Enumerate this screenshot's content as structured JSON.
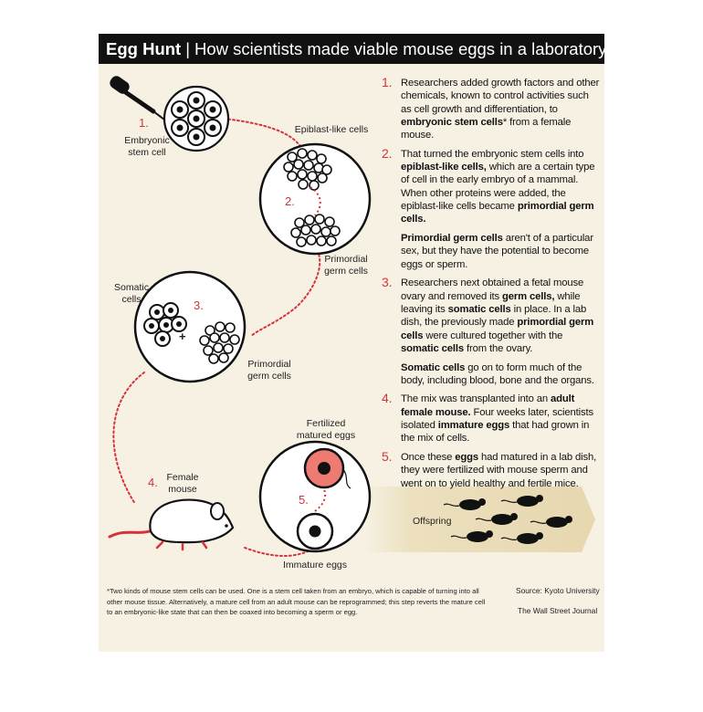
{
  "title": {
    "bold": "Egg Hunt",
    "separator": "|",
    "rest": "How scientists made viable mouse eggs in a laboratory dish"
  },
  "diagram_labels": {
    "embryonic_stem_cell": "Embryonic stem cell",
    "epiblast_like_cells": "Epiblast-like cells",
    "primordial_germ_cells_1": "Primordial germ cells",
    "somatic_cells": "Somatic cells",
    "primordial_germ_cells_2": "Primordial germ cells",
    "female_mouse": "Female mouse",
    "fertilized_matured_eggs": "Fertilized matured eggs",
    "immature_eggs": "Immature eggs",
    "offspring": "Offspring",
    "plus": "+"
  },
  "diagram_numbers": [
    "1.",
    "2.",
    "3.",
    "4.",
    "5."
  ],
  "steps": [
    {
      "num": "1.",
      "parts": [
        {
          "t": "Researchers added growth factors and other chemicals, known to control activities such as cell growth and differentiation, to "
        },
        {
          "t": "embryonic stem cells",
          "b": true
        },
        {
          "t": "* from a female mouse."
        }
      ]
    },
    {
      "num": "2.",
      "parts": [
        {
          "t": "That turned the embryonic stem cells into "
        },
        {
          "t": "epiblast-like cells,",
          "b": true
        },
        {
          "t": " which are a certain type of cell in the early embryo of a mammal. When other proteins were added, the epiblast-like cells became "
        },
        {
          "t": "primordial germ cells.",
          "b": true
        }
      ]
    },
    {
      "num": "",
      "parts": [
        {
          "t": "Primordial germ cells",
          "b": true
        },
        {
          "t": " aren't of a particular sex, but they have the potential to become eggs or sperm."
        }
      ]
    },
    {
      "num": "3.",
      "parts": [
        {
          "t": "Researchers next obtained a fetal mouse ovary and removed its "
        },
        {
          "t": "germ cells,",
          "b": true
        },
        {
          "t": " while leaving its "
        },
        {
          "t": "somatic cells",
          "b": true
        },
        {
          "t": " in place. In a lab dish, the previously made "
        },
        {
          "t": "primordial germ cells",
          "b": true
        },
        {
          "t": " were cultured together with the "
        },
        {
          "t": "somatic cells",
          "b": true
        },
        {
          "t": " from the ovary."
        }
      ]
    },
    {
      "num": "",
      "parts": [
        {
          "t": "Somatic cells",
          "b": true
        },
        {
          "t": " go on to form much of the body, including blood, bone and the organs."
        }
      ]
    },
    {
      "num": "4.",
      "parts": [
        {
          "t": "The mix was transplanted into an "
        },
        {
          "t": "adult female mouse.",
          "b": true
        },
        {
          "t": " Four weeks later, scientists isolated "
        },
        {
          "t": "immature eggs",
          "b": true
        },
        {
          "t": " that had grown in the mix of cells."
        }
      ]
    },
    {
      "num": "5.",
      "parts": [
        {
          "t": "Once these "
        },
        {
          "t": "eggs",
          "b": true
        },
        {
          "t": " had matured in a lab dish, they were fertilized with mouse sperm and went on to yield healthy and fertile mice."
        }
      ]
    }
  ],
  "footnote": "*Two kinds of mouse stem cells can be used. One is a stem cell taken from an embryo, which is capable of turning into all other mouse tissue. Alternatively, a mature cell from an adult mouse can be reprogrammed; this step reverts the mature cell to an embryonic-like state that can then be coaxed into becoming a sperm or egg.",
  "source": "Source: Kyoto University",
  "credit": "The Wall Street Journal",
  "colors": {
    "background": "#f6f1e3",
    "title_bar": "#111111",
    "accent_red": "#d7323a",
    "egg_pink": "#ee7b72",
    "offspring_band": "#ece0be"
  }
}
